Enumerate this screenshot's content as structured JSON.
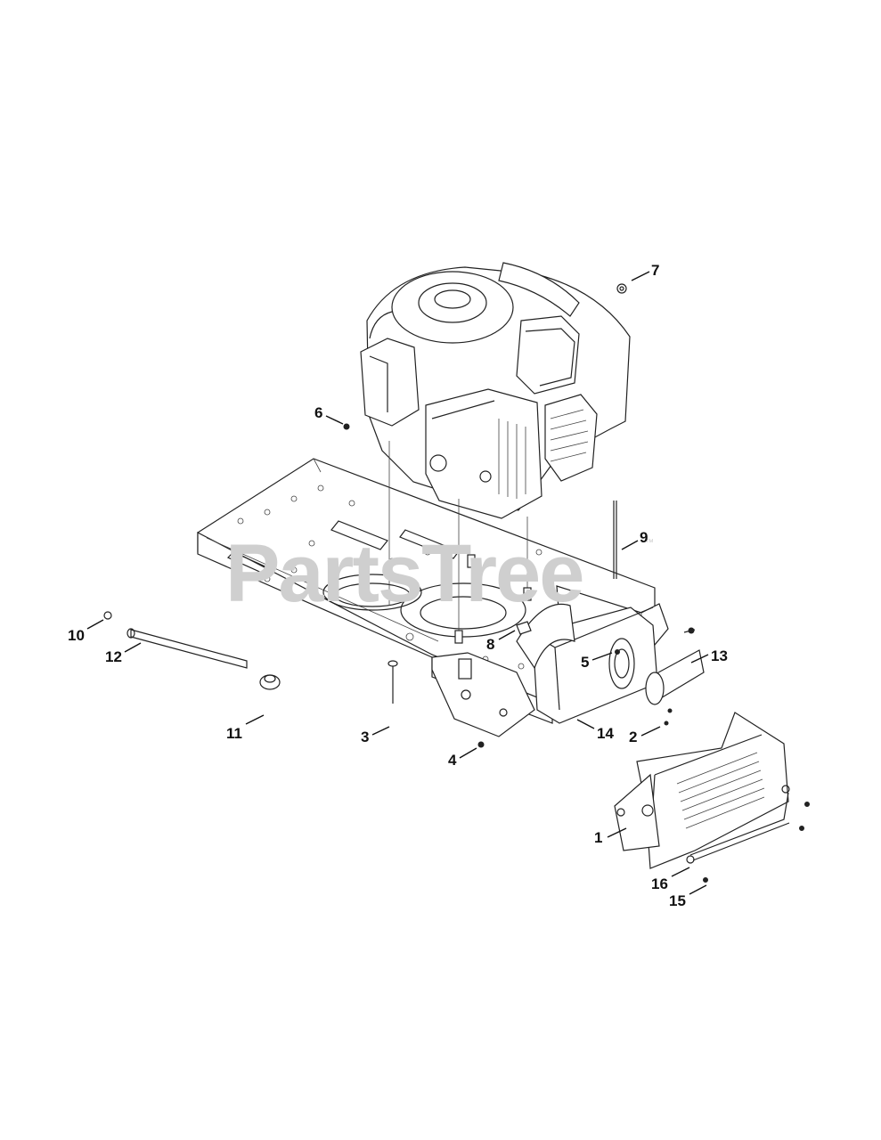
{
  "watermark": {
    "text": "PartsTree",
    "trademark": "™"
  },
  "parts": [
    {
      "id": "part-1",
      "label": "1"
    },
    {
      "id": "part-2",
      "label": "2"
    },
    {
      "id": "part-3",
      "label": "3"
    },
    {
      "id": "part-4",
      "label": "4"
    },
    {
      "id": "part-5",
      "label": "5"
    },
    {
      "id": "part-6",
      "label": "6"
    },
    {
      "id": "part-7",
      "label": "7"
    },
    {
      "id": "part-8",
      "label": "8"
    },
    {
      "id": "part-9",
      "label": "9"
    },
    {
      "id": "part-10",
      "label": "10"
    },
    {
      "id": "part-11",
      "label": "11"
    },
    {
      "id": "part-12",
      "label": "12"
    },
    {
      "id": "part-13",
      "label": "13"
    },
    {
      "id": "part-14",
      "label": "14"
    },
    {
      "id": "part-15",
      "label": "15"
    },
    {
      "id": "part-16",
      "label": "16"
    }
  ]
}
